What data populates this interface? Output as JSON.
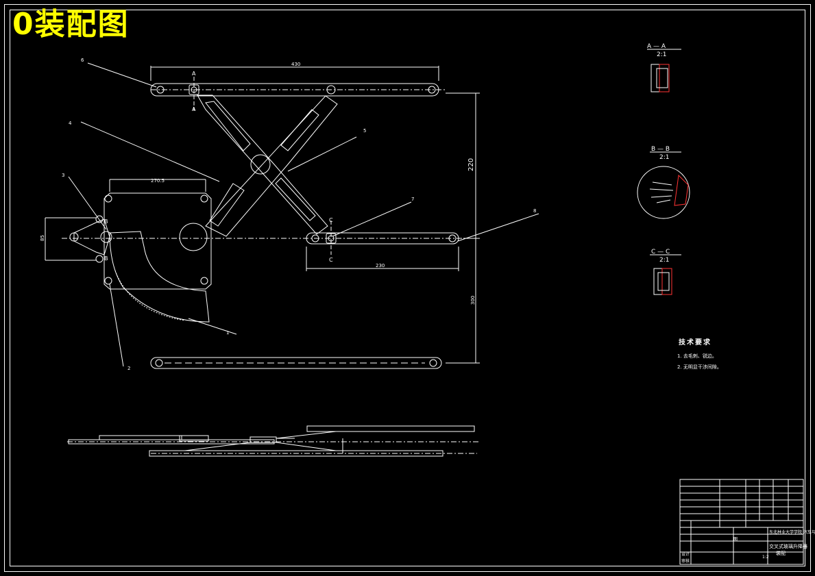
{
  "drawing": {
    "title": "0装配图",
    "parts": [
      "1",
      "2",
      "3",
      "4",
      "5",
      "6",
      "7",
      "8"
    ],
    "dimensions": {
      "top_rail_length": "430",
      "bracket_width": "270.5",
      "vertical_height": "220",
      "lower_rail_length": "230",
      "left_height": "85",
      "lower_vertical": "300"
    },
    "section_marks": [
      "A",
      "B",
      "C"
    ],
    "section_views": [
      {
        "label": "A — A",
        "scale": "2:1"
      },
      {
        "label": "B — B",
        "scale": "2:1"
      },
      {
        "label": "C — C",
        "scale": "2:1"
      }
    ]
  },
  "tech_requirements": {
    "title": "技术要求",
    "items": [
      "1. 去毛刺、锐边。",
      "2. 无明显干涉间隙。"
    ]
  },
  "title_block": {
    "drawing_name": "交叉式玻璃升降器",
    "sub_name": "装配",
    "school": "东北林业大学学院 汽车与交通工程学院",
    "scale": "1:2",
    "sheet_label": "图",
    "designer_label": "设计",
    "check_label": "审核"
  },
  "colors": {
    "line": "#ffffff",
    "title": "#ffff00",
    "hatch": "#ff3333",
    "background": "#000000"
  }
}
